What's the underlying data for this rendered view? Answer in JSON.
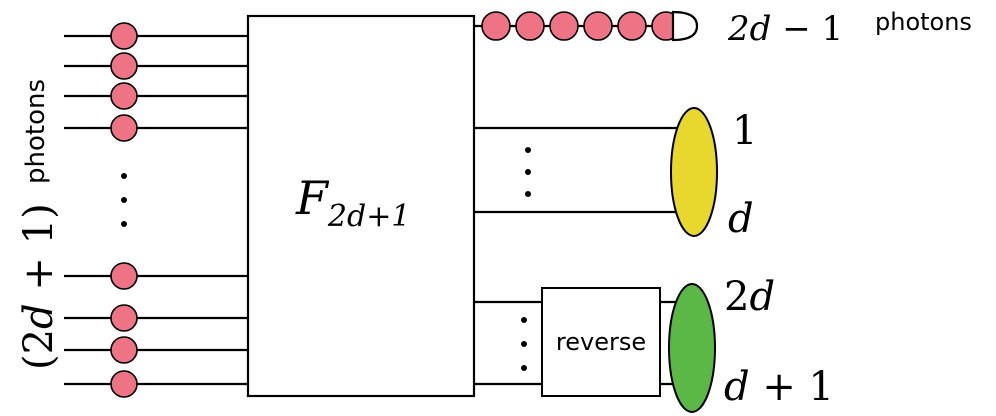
{
  "colors": {
    "photon": "#ee7385",
    "detector_top": "#ffffff",
    "detector_middle": "#e8d72d",
    "detector_bottom": "#5cb846",
    "line": "#000000"
  },
  "box": {
    "label_main": "F",
    "label_sub": "2d+1"
  },
  "reverse": {
    "label": "reverse"
  },
  "left_label": {
    "math": "(2d + 1)",
    "text": "photons"
  },
  "top_output": {
    "math": "2d − 1",
    "text": "photons"
  },
  "middle_output": {
    "first": "1",
    "last": "d"
  },
  "bottom_output": {
    "first": "2d",
    "last": "d + 1"
  },
  "counts": {
    "input_top_photons": 4,
    "input_bottom_photons": 4,
    "output_top_photons": 6
  }
}
